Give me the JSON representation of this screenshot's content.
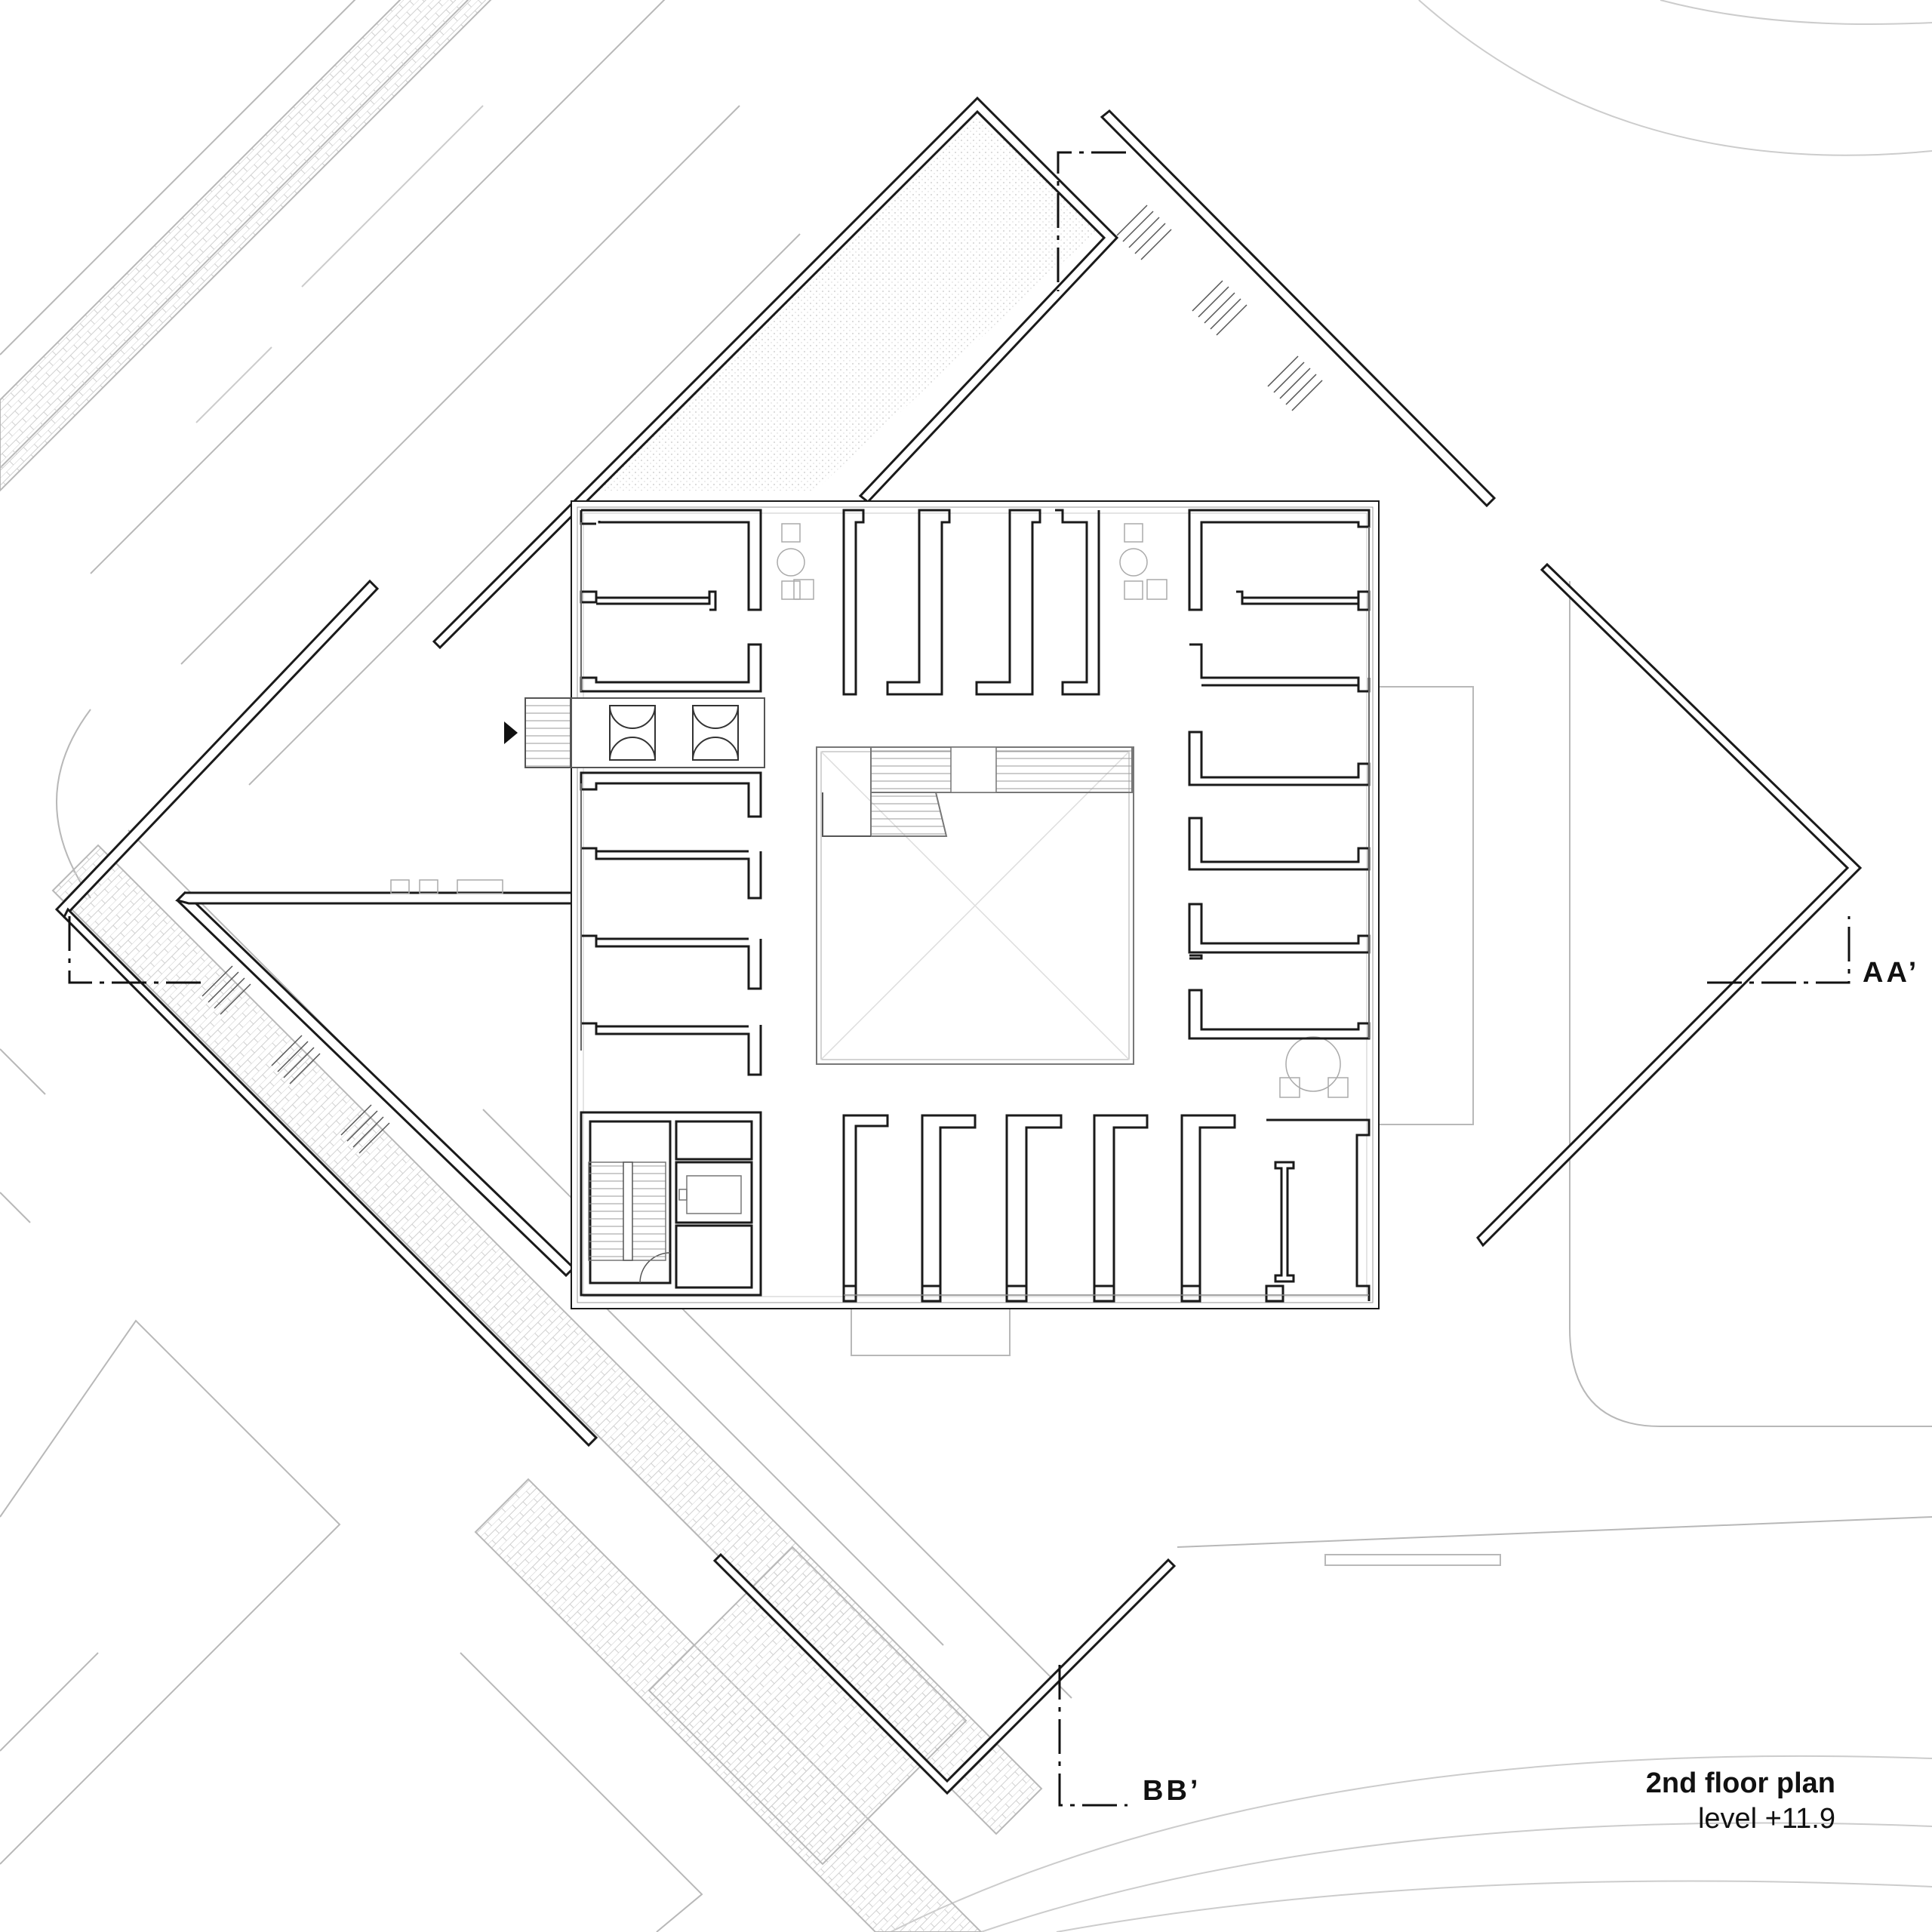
{
  "sections": {
    "aa": "AA’",
    "bb": "BB’"
  },
  "title_block": {
    "title": "2nd floor plan",
    "level": "level +11.9"
  },
  "colors": {
    "wall": "#1a1a1a",
    "site_line": "#b8b8b8",
    "hatch": "#cfcfcf",
    "background": "#ffffff"
  }
}
